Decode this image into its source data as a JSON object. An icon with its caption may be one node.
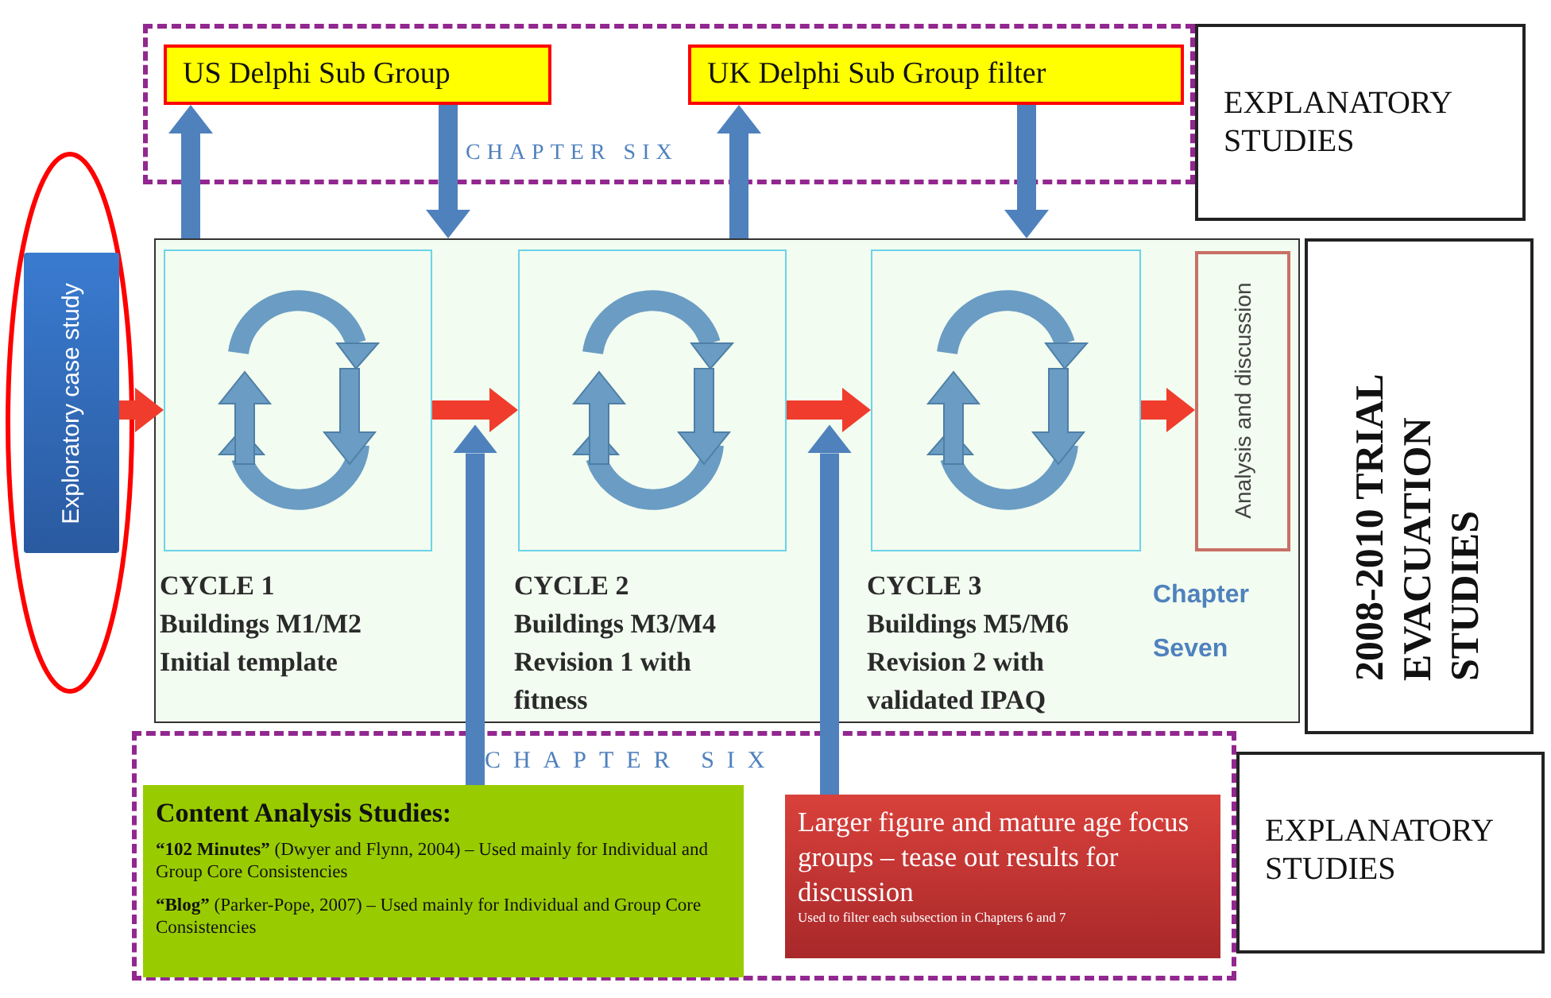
{
  "diagram": {
    "nodes": [
      {
        "text": [
          "CHAPTER SIX"
        ]
      },
      {
        "text": [
          "US Delphi Sub Group"
        ],
        "in": 0
      },
      {
        "text": [
          "UK Delphi Sub Group filter"
        ],
        "in": 0
      },
      {
        "text": [
          "EXPLANATORY STUDIES"
        ]
      },
      {
        "text": [],
        "shape": "circle"
      },
      {
        "text": [
          "Exploratory case study"
        ],
        "in": 4
      },
      {
        "text": [],
        "shape": "box"
      },
      {
        "text": [
          "CYCLE 1 Buildings M1/M2 Initial template"
        ],
        "in": 6
      },
      {
        "text": [
          "CYCLE 2 Buildings M3/M4 Revision 1 with fitness"
        ],
        "in": 6
      },
      {
        "text": [
          "CYCLE 3 Buildings M5/M6 Revision 2 with validated IPAQ"
        ],
        "in": 6
      },
      {
        "text": [
          "Analysis and discussion"
        ],
        "in": 6,
        "beside": [
          "Chapter Seven"
        ]
      },
      {
        "text": [
          "2008-2010 TRIAL EVACUATION STUDIES"
        ]
      },
      {
        "text": [
          "CHAPTER SIX"
        ]
      },
      {
        "text": [
          "Content Analysis Studies:",
          "**“102 Minutes”** (Dwyer and Flynn, 2004) – Used mainly for Individual and Group Core Consistencies",
          "**“Blog”** (Parker-Pope, 2007) – Used mainly for Individual and Group Core Consistencies"
        ],
        "in": 12
      },
      {
        "text": [
          "Larger figure and mature age focus groups – tease out results for discussion",
          "Used to filter each subsection in Chapters 6 and 7"
        ],
        "in": 12
      },
      {
        "text": [
          "EXPLANATORY STUDIES"
        ]
      }
    ],
    "edges": [
      {
        "from": 6,
        "to": 1,
        "arrow": "to"
      },
      {
        "from": 1,
        "to": 6,
        "arrow": "to"
      },
      {
        "from": 6,
        "to": 2,
        "arrow": "to"
      },
      {
        "from": 2,
        "to": 6,
        "arrow": "to"
      },
      {
        "from": 5,
        "to": 7,
        "arrow": "to",
        "color": "#f03c2c"
      },
      {
        "from": 7,
        "to": 8,
        "arrow": "to",
        "color": "#f03c2c"
      },
      {
        "from": 8,
        "to": 9,
        "arrow": "to",
        "color": "#f03c2c"
      },
      {
        "from": 9,
        "to": 10,
        "arrow": "to",
        "color": "#f03c2c"
      },
      {
        "from": 13,
        "to": 7,
        "arrow": "to"
      },
      {
        "from": 14,
        "to": 8,
        "arrow": "to"
      }
    ]
  }
}
